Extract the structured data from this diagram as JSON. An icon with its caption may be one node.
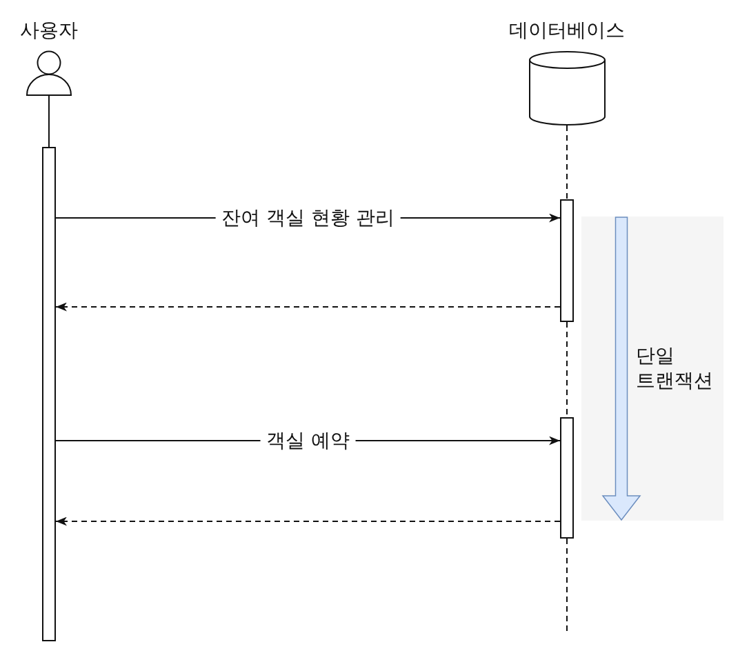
{
  "diagram": {
    "nodes": [
      {
        "text": [
          "사용자"
        ]
      },
      {
        "text": [
          "데이터베이스"
        ]
      },
      {
        "text": [],
        "shape": "bar"
      },
      {
        "text": [],
        "shape": "bar"
      },
      {
        "text": [],
        "shape": "bar"
      },
      {
        "text": [
          "단일 트랜잭션"
        ]
      }
    ],
    "edges": [
      {
        "from": 0,
        "to": 2,
        "arrow": "none"
      },
      {
        "from": 1,
        "to": 3,
        "arrow": "none",
        "style": "dashed"
      },
      {
        "from": 2,
        "to": 3,
        "arrow": "to",
        "label": "잔여 객실 현황 관리"
      },
      {
        "from": 3,
        "to": 2,
        "arrow": "to",
        "style": "dashed"
      },
      {
        "from": 3,
        "to": 4,
        "arrow": "none",
        "style": "dashed"
      },
      {
        "from": 2,
        "to": 4,
        "arrow": "to",
        "label": "객실 예약"
      },
      {
        "from": 4,
        "to": 2,
        "arrow": "to",
        "style": "dashed"
      },
      {
        "from": 4,
        "to": null,
        "arrow": "none",
        "style": "dashed"
      }
    ]
  }
}
